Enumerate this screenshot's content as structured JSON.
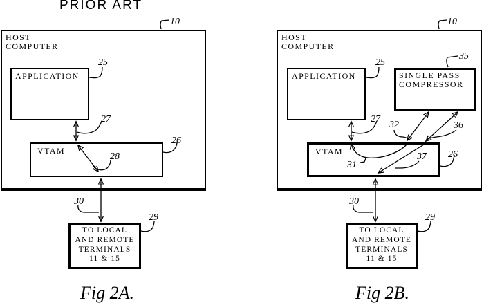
{
  "page": {
    "title": "PRIOR ART"
  },
  "colors": {
    "ink": "#000000",
    "paper": "#ffffff"
  },
  "fig2a": {
    "caption": "Fig 2A.",
    "host": {
      "line1": "HOST",
      "line2": "COMPUTER",
      "ref": "10"
    },
    "application": {
      "label": "APPLICATION",
      "ref": "25"
    },
    "vtam": {
      "label": "VTAM",
      "ref": "26"
    },
    "terminals": {
      "line1": "TO LOCAL",
      "line2": "AND REMOTE",
      "line3": "TERMINALS",
      "line4": "11 & 15",
      "ref": "29"
    },
    "links": {
      "app_vtam_ref": "27",
      "vtam_internal_ref": "28",
      "vtam_terminals_ref": "30"
    }
  },
  "fig2b": {
    "caption": "Fig 2B.",
    "host": {
      "line1": "HOST",
      "line2": "COMPUTER",
      "ref": "10"
    },
    "application": {
      "label": "APPLICATION",
      "ref": "25"
    },
    "compressor": {
      "line1": "SINGLE PASS",
      "line2": "COMPRESSOR",
      "ref": "35"
    },
    "vtam": {
      "label": "VTAM",
      "ref": "26"
    },
    "terminals": {
      "line1": "TO LOCAL",
      "line2": "AND REMOTE",
      "line3": "TERMINALS",
      "line4": "11 & 15",
      "ref": "29"
    },
    "links": {
      "app_vtam_ref": "27",
      "vtam_in_ref": "31",
      "vtam_compressor_left_ref": "32",
      "vtam_compressor_right_ref": "36",
      "vtam_out_ref": "37",
      "vtam_terminals_ref": "30"
    }
  }
}
